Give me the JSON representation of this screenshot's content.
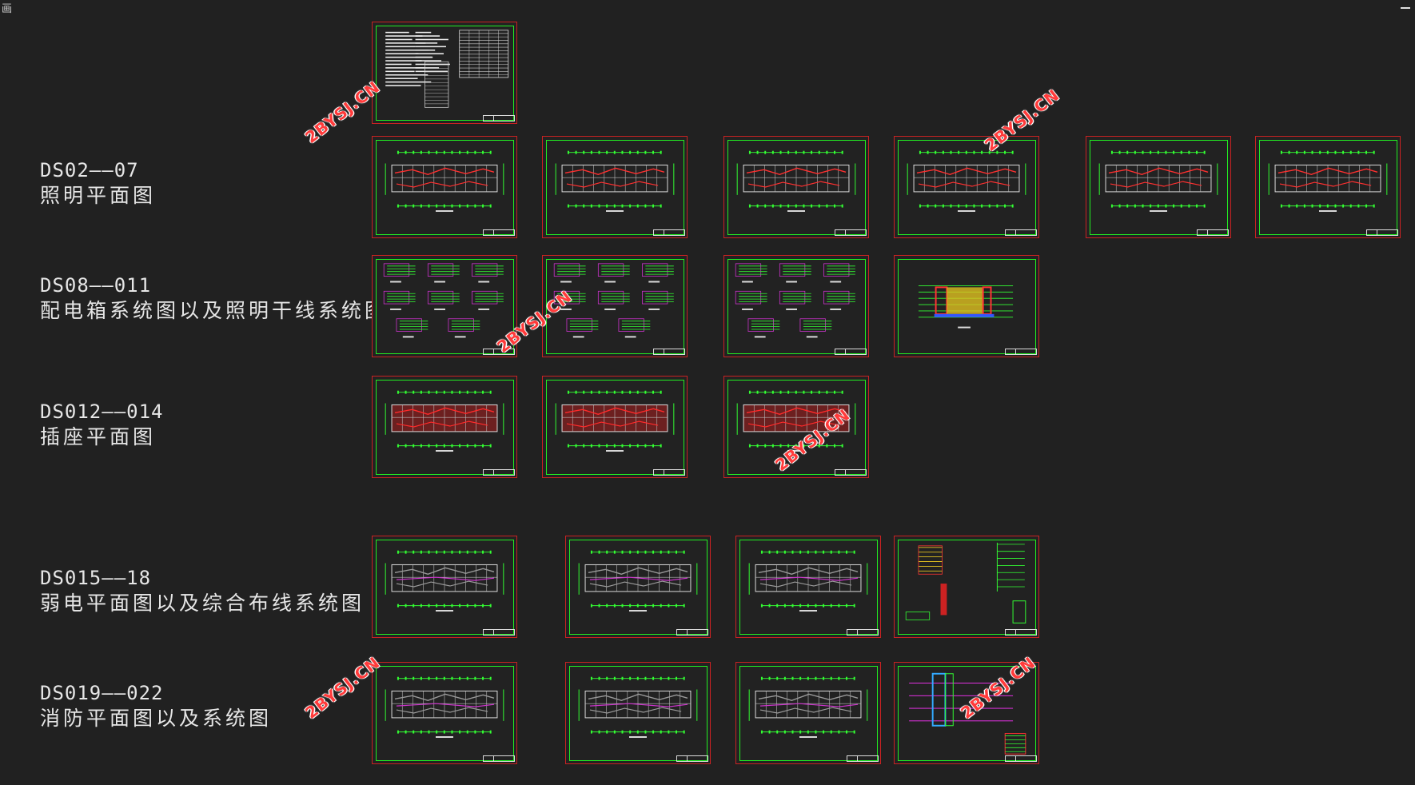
{
  "corner_glyph": "画",
  "groups": [
    {
      "code": "DS02——07",
      "title": "照明平面图"
    },
    {
      "code": "DS08——011",
      "title": "配电箱系统图以及照明干线系统图"
    },
    {
      "code": "DS012——014",
      "title": "插座平面图"
    },
    {
      "code": "DS015——18",
      "title": "弱电平面图以及综合布线系统图"
    },
    {
      "code": "DS019——022",
      "title": "消防平面图以及系统图"
    }
  ],
  "watermark_text": "2BYSJ.CN",
  "colors": {
    "background": "#212121",
    "sheet_outer_border": "#c92222",
    "sheet_inner_border": "#22ee22",
    "label_text": "#e6e6e6",
    "watermark": "#ff3b3b"
  },
  "sheet_kinds": [
    "notes",
    "floor-plan",
    "system-diagram",
    "riser-diagram"
  ]
}
